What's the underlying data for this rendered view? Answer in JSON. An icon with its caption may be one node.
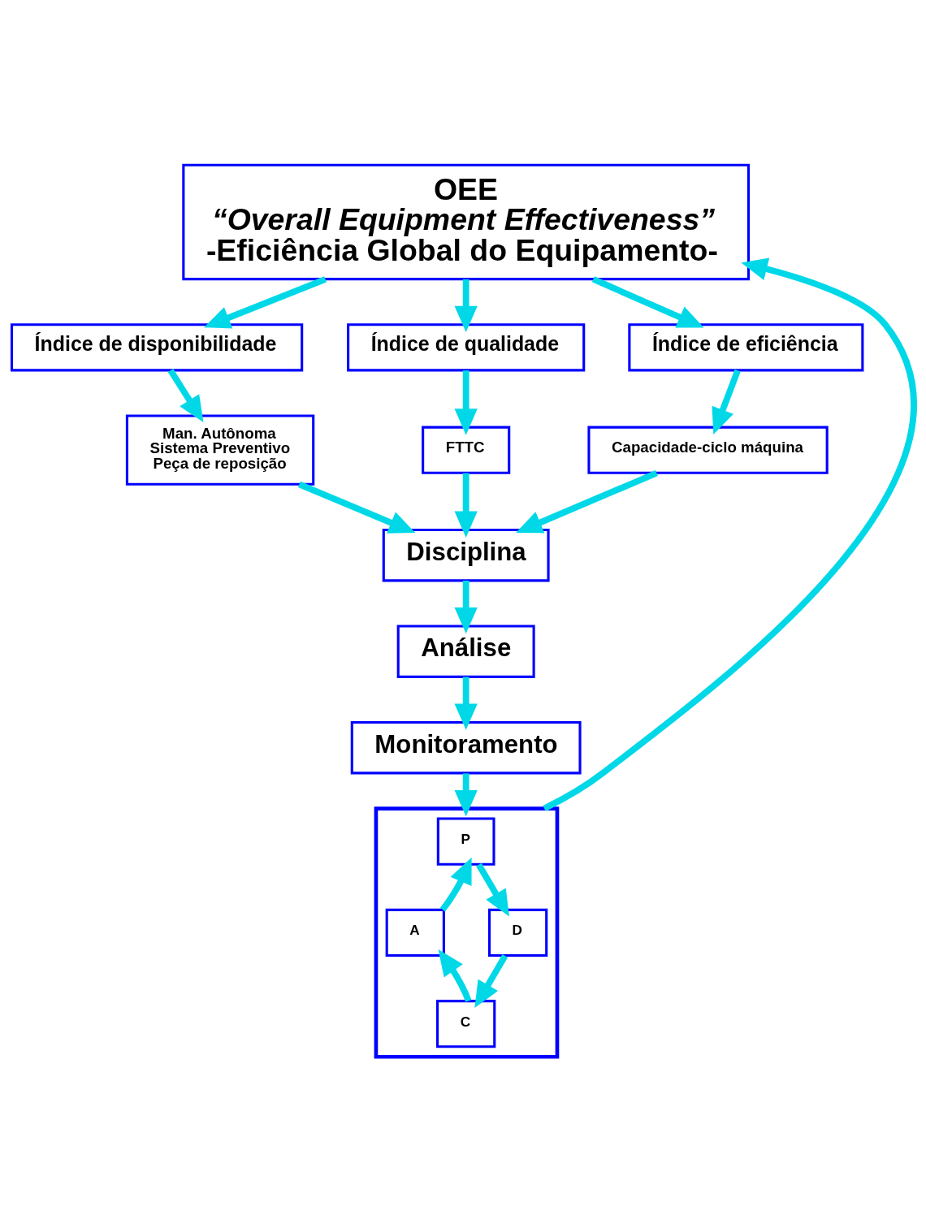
{
  "diagram": {
    "nodes": [
      {
        "text": [
          "OEE",
          "“Overall Equipment Effectiveness”",
          "-Eficiência Global do Equipamento-"
        ]
      },
      {
        "text": [
          "Índice de disponibilidade"
        ]
      },
      {
        "text": [
          "Índice de qualidade"
        ]
      },
      {
        "text": [
          "Índice de eficiência"
        ]
      },
      {
        "text": [
          "Man. Autônoma",
          "Sistema Preventivo",
          "Peça de reposição"
        ]
      },
      {
        "text": [
          "FTTC"
        ]
      },
      {
        "text": [
          "Capacidade-ciclo máquina"
        ]
      },
      {
        "text": [
          "Disciplina"
        ]
      },
      {
        "text": [
          "Análise"
        ]
      },
      {
        "text": [
          "Monitoramento"
        ]
      },
      {
        "text": [],
        "shape": "box"
      },
      {
        "text": [
          "P"
        ],
        "in": 10
      },
      {
        "text": [
          "A"
        ],
        "in": 10
      },
      {
        "text": [
          "D"
        ],
        "in": 10
      },
      {
        "text": [
          "C"
        ],
        "in": 10
      }
    ],
    "edges": [
      {
        "from": 0,
        "to": 1,
        "arrow": "to"
      },
      {
        "from": 0,
        "to": 2,
        "arrow": "to"
      },
      {
        "from": 0,
        "to": 3,
        "arrow": "to"
      },
      {
        "from": 1,
        "to": 4,
        "arrow": "to"
      },
      {
        "from": 2,
        "to": 5,
        "arrow": "to"
      },
      {
        "from": 3,
        "to": 6,
        "arrow": "to"
      },
      {
        "from": 4,
        "to": 7,
        "arrow": "to"
      },
      {
        "from": 5,
        "to": 7,
        "arrow": "to"
      },
      {
        "from": 6,
        "to": 7,
        "arrow": "to"
      },
      {
        "from": 7,
        "to": 8,
        "arrow": "to"
      },
      {
        "from": 8,
        "to": 9,
        "arrow": "to"
      },
      {
        "from": 9,
        "to": 10,
        "arrow": "to"
      },
      {
        "from": 11,
        "to": 13,
        "arrow": "to"
      },
      {
        "from": 13,
        "to": 14,
        "arrow": "to"
      },
      {
        "from": 14,
        "to": 12,
        "arrow": "to"
      },
      {
        "from": 12,
        "to": 11,
        "arrow": "to"
      },
      {
        "from": 10,
        "to": 0,
        "arrow": "to"
      }
    ]
  }
}
